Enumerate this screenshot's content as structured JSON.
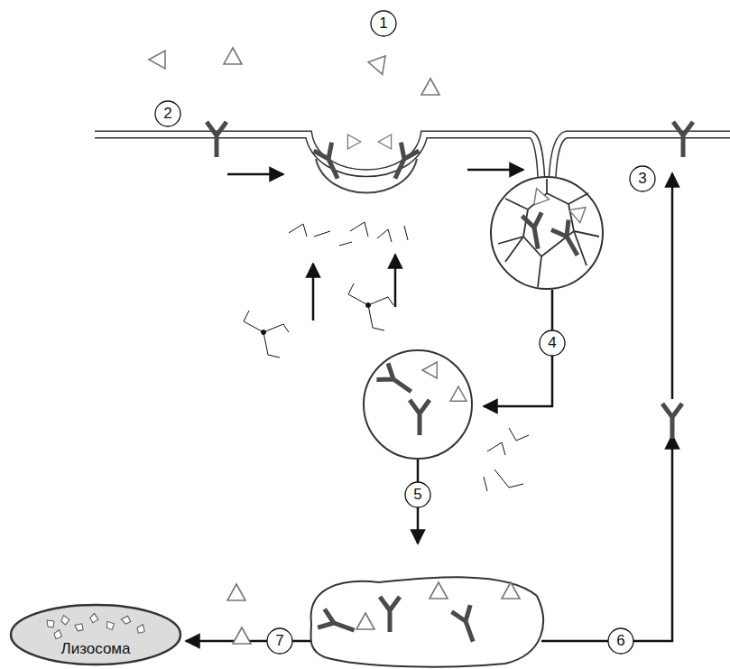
{
  "diagram": {
    "nodes": [
      {
        "text": [
          "Лизосома"
        ]
      }
    ],
    "labels": [
      "1",
      "2",
      "3",
      "4",
      "5",
      "6",
      "7"
    ]
  }
}
